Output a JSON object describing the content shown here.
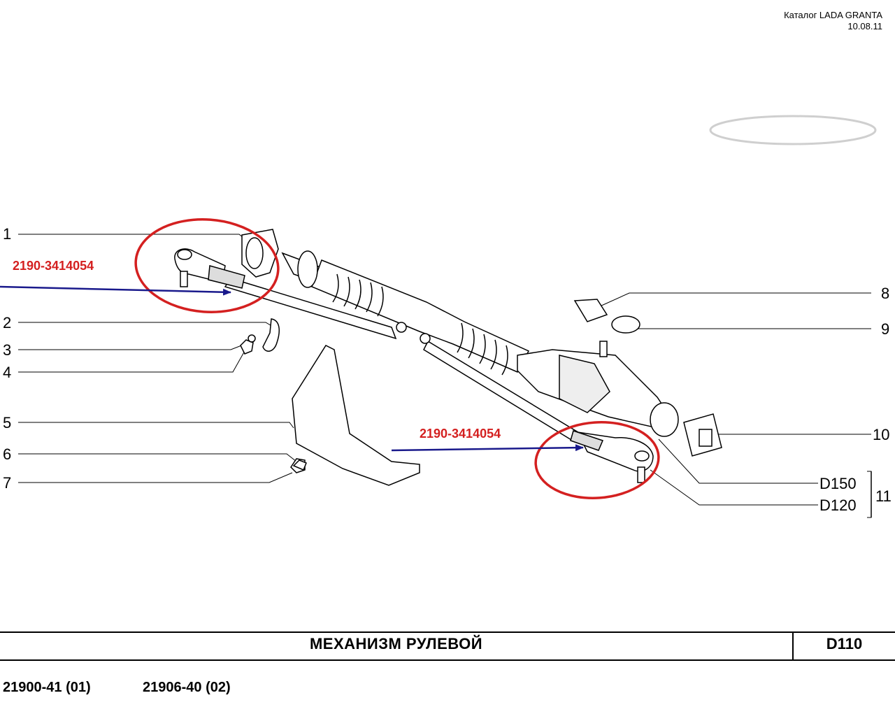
{
  "header": {
    "catalog": "Каталог LADA  GRANTA",
    "date": "10.08.11"
  },
  "callouts": {
    "c1": "1",
    "c2": "2",
    "c3": "3",
    "c4": "4",
    "c5": "5",
    "c6": "6",
    "c7": "7",
    "c8": "8",
    "c9": "9",
    "c10": "10",
    "c11": "11",
    "d150": "D150",
    "d120": "D120"
  },
  "part_numbers": {
    "left": "2190-3414054",
    "right": "2190-3414054"
  },
  "colors": {
    "annotation_red": "#d42020",
    "arrow_blue": "#1a1a8c"
  },
  "footer": {
    "title": "МЕХАНИЗМ   РУЛЕВОЙ",
    "code": "D110",
    "model_1": "21900-41 (01)",
    "model_2": "21906-40 (02)"
  }
}
